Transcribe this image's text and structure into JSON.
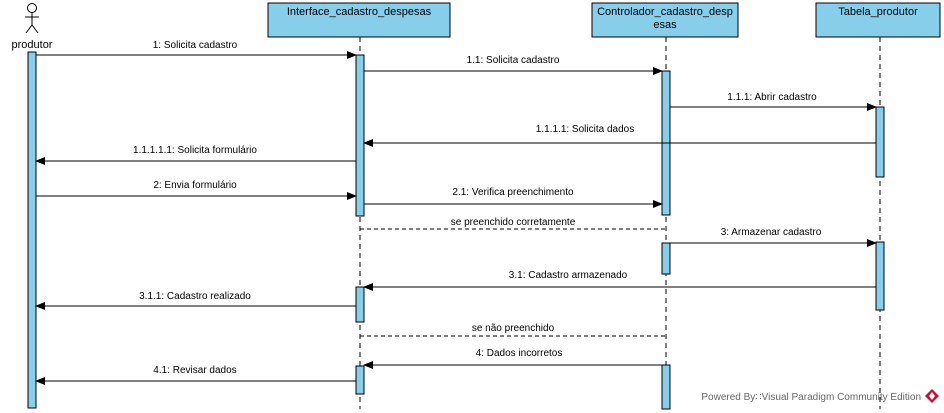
{
  "actor": {
    "name": "produtor"
  },
  "lifelines": [
    {
      "id": "interface",
      "label": "Interface_cadastro_despesas"
    },
    {
      "id": "controlador",
      "label_line1": "Controlador_cadastro_desp",
      "label_line2": "esas"
    },
    {
      "id": "tabela",
      "label": "Tabela_produtor"
    }
  ],
  "messages": [
    {
      "id": "m1",
      "label": "1: Solicita cadastro",
      "kind": "call",
      "from": "produtor",
      "to": "interface"
    },
    {
      "id": "m2",
      "label": "1.1: Solicita cadastro",
      "kind": "call",
      "from": "interface",
      "to": "controlador"
    },
    {
      "id": "m3",
      "label": "1.1.1: Abrir cadastro",
      "kind": "call",
      "from": "controlador",
      "to": "tabela"
    },
    {
      "id": "m4",
      "label": "1.1.1.1: Solicita dados",
      "kind": "call",
      "from": "tabela",
      "to": "interface"
    },
    {
      "id": "m5",
      "label": "1.1.1.1.1: Solicita formulário",
      "kind": "call",
      "from": "interface",
      "to": "produtor"
    },
    {
      "id": "m6",
      "label": "2: Envia formulário",
      "kind": "call",
      "from": "produtor",
      "to": "interface"
    },
    {
      "id": "m7",
      "label": "2.1: Verifica preenchimento",
      "kind": "call",
      "from": "interface",
      "to": "controlador"
    },
    {
      "id": "m8",
      "label": "se preenchido corretamente",
      "kind": "guard"
    },
    {
      "id": "m9",
      "label": "3: Armazenar cadastro",
      "kind": "call",
      "from": "controlador",
      "to": "tabela"
    },
    {
      "id": "m10",
      "label": "3.1: Cadastro armazenado",
      "kind": "call",
      "from": "tabela",
      "to": "interface"
    },
    {
      "id": "m11",
      "label": "3.1.1: Cadastro realizado",
      "kind": "call",
      "from": "interface",
      "to": "produtor"
    },
    {
      "id": "m12",
      "label": "se não preenchido",
      "kind": "guard"
    },
    {
      "id": "m13",
      "label": "4: Dados incorretos",
      "kind": "call",
      "from": "controlador",
      "to": "interface"
    },
    {
      "id": "m14",
      "label": "4.1: Revisar dados",
      "kind": "call",
      "from": "interface",
      "to": "produtor"
    }
  ],
  "watermark": {
    "text": "Powered By∷Visual Paradigm Community Edition",
    "icon": "vp-logo-icon"
  },
  "colors": {
    "box_fill": "#87CEEB",
    "stroke": "#000000",
    "logo": "#C8102E"
  }
}
